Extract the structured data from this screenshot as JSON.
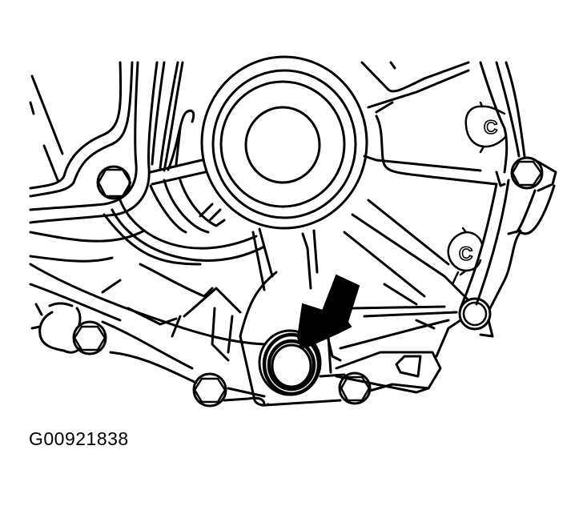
{
  "figure": {
    "id_label": "G00921838",
    "subject": "transaxle case rear view with drain plug indicated by arrow",
    "stroke_color": "#000000",
    "background_color": "#ffffff",
    "callout": {
      "type": "arrow",
      "points_to": "drain-plug",
      "color": "#000000"
    },
    "bolts": [
      {
        "name": "bolt-upper-left"
      },
      {
        "name": "bolt-upper-right"
      },
      {
        "name": "bolt-right-lower"
      },
      {
        "name": "bolt-lower-left"
      },
      {
        "name": "bolt-bottom-left"
      },
      {
        "name": "bolt-bottom-right"
      }
    ],
    "clips": [
      {
        "name": "clip-upper",
        "glyph": "C"
      },
      {
        "name": "clip-lower",
        "glyph": "C"
      }
    ]
  }
}
